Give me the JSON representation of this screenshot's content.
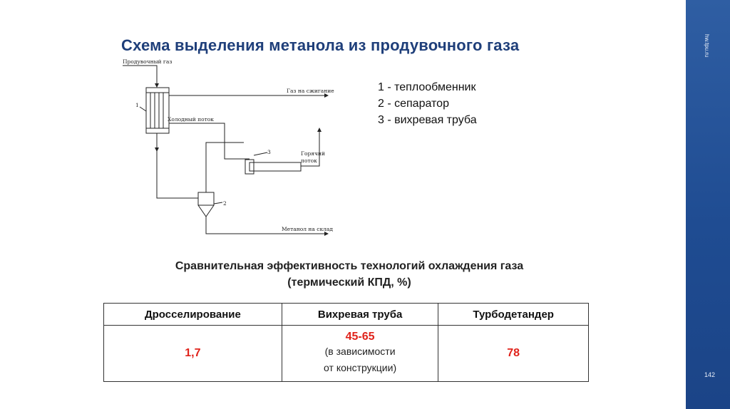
{
  "title": "Схема выделения метанола из продувочного газа",
  "diagram": {
    "labels": {
      "inlet_gas": "Продувочный газ",
      "to_flare": "Газ на сжигание",
      "cold_flow": "Холодный поток",
      "hot_flow": "Горячий поток",
      "methanol_out": "Метанол на склад",
      "num1": "1",
      "num2": "2",
      "num3": "3"
    }
  },
  "legend": {
    "items": [
      "1 - теплообменник",
      "2 - сепаратор",
      "3 - вихревая труба"
    ]
  },
  "subtitle": {
    "line1": "Сравнительная эффективность технологий охлаждения газа",
    "line2": "(термический КПД, %)"
  },
  "table": {
    "headers": [
      "Дросселирование",
      "Вихревая труба",
      "Турбодетандер"
    ],
    "values": {
      "throttling": "1,7",
      "vortex": "45-65",
      "vortex_note_1": "(в зависимости",
      "vortex_note_2": "от конструкции)",
      "turbo": "78"
    }
  },
  "sidebar": {
    "site": "hw.tpu.ru",
    "page_number": "142",
    "color": "#1f4c92"
  },
  "colors": {
    "title": "#1f3f7a",
    "highlight": "#e0231b"
  }
}
